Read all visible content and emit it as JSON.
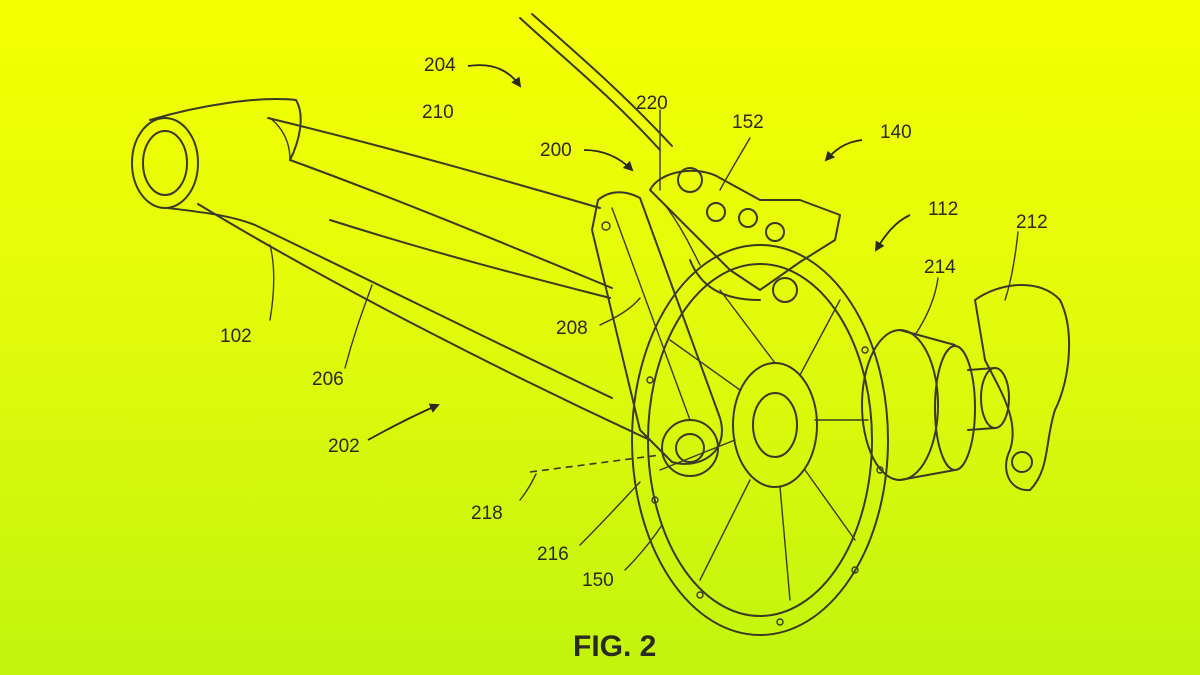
{
  "figure": {
    "caption": "FIG. 2",
    "reference_numerals": [
      {
        "id": "n204",
        "text": "204"
      },
      {
        "id": "n220",
        "text": "220"
      },
      {
        "id": "n152",
        "text": "152"
      },
      {
        "id": "n140",
        "text": "140"
      },
      {
        "id": "n210",
        "text": "210"
      },
      {
        "id": "n200",
        "text": "200"
      },
      {
        "id": "n112",
        "text": "112"
      },
      {
        "id": "n212",
        "text": "212"
      },
      {
        "id": "n214",
        "text": "214"
      },
      {
        "id": "n102",
        "text": "102"
      },
      {
        "id": "n208",
        "text": "208"
      },
      {
        "id": "n206",
        "text": "206"
      },
      {
        "id": "n202",
        "text": "202"
      },
      {
        "id": "n218",
        "text": "218"
      },
      {
        "id": "n216",
        "text": "216"
      },
      {
        "id": "n150",
        "text": "150"
      }
    ]
  },
  "colors": {
    "background_top": "#f5ff00",
    "background_bottom": "#c2f40e",
    "line_art": "#3a3a22"
  }
}
